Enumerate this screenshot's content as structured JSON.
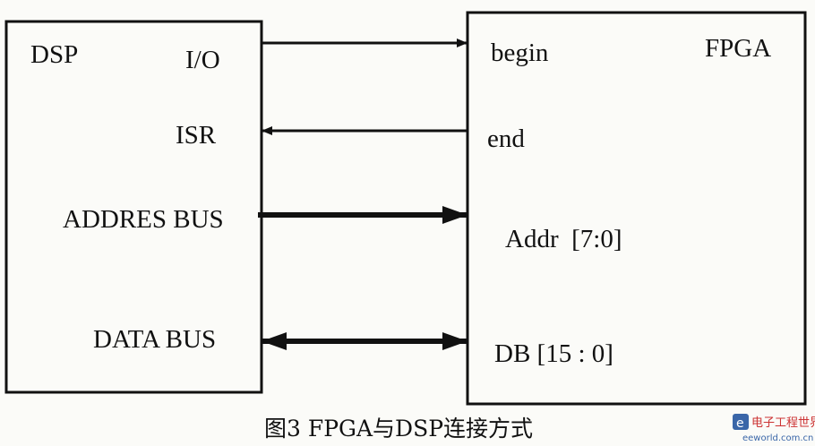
{
  "dsp": {
    "title": "DSP",
    "ports": {
      "io": "I/O",
      "isr": "ISR",
      "address_bus": "ADDRES BUS",
      "data_bus": "DATA BUS"
    }
  },
  "fpga": {
    "title": "FPGA",
    "ports": {
      "begin": "begin",
      "end": "end",
      "addr": "Addr  [7:0]",
      "db": "DB [15 : 0]"
    }
  },
  "connections": [
    {
      "from": "I/O",
      "to": "begin",
      "direction": "dsp-to-fpga",
      "weight": "thin"
    },
    {
      "from": "end",
      "to": "ISR",
      "direction": "fpga-to-dsp",
      "weight": "thin"
    },
    {
      "from": "ADDRES BUS",
      "to": "Addr [7:0]",
      "direction": "dsp-to-fpga",
      "weight": "bus"
    },
    {
      "from": "DATA BUS",
      "to": "DB [15:0]",
      "direction": "bidirectional",
      "weight": "bus"
    }
  ],
  "caption": "图3 FPGA与DSP连接方式",
  "watermark": {
    "brand": "电子工程世界",
    "url": "eeworld.com.cn"
  },
  "colors": {
    "line": "#111111",
    "background": "#fbfbf8",
    "watermark_red": "#cc3333",
    "watermark_blue": "#3a66a8"
  }
}
